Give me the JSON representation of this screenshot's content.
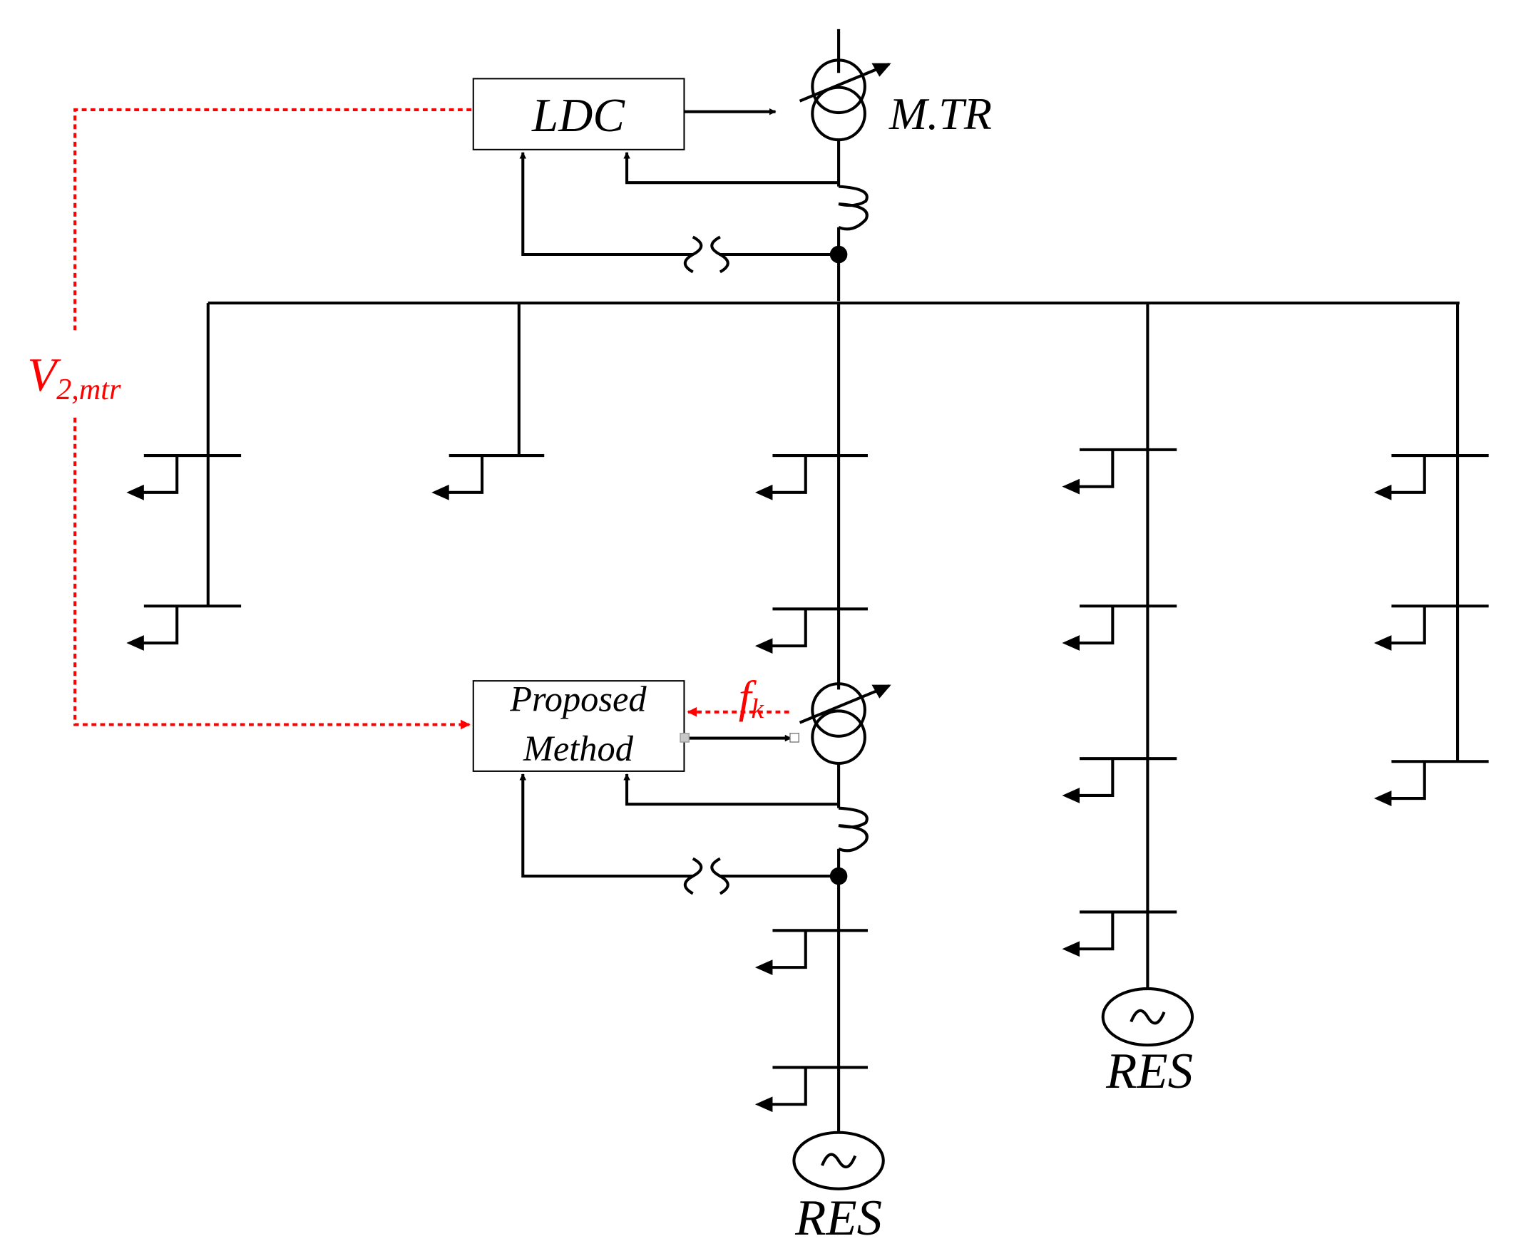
{
  "labels": {
    "ldc": "LDC",
    "main_transformer": "M.TR",
    "proposed_line1": "Proposed",
    "proposed_line2": "Method",
    "v_signal_main": "V",
    "v_signal_sub": "2,mtr",
    "f_signal_main": "f",
    "f_signal_sub": "k",
    "res_center": "RES",
    "res_right": "RES",
    "generator_symbol": "~"
  },
  "colors": {
    "line": "#000000",
    "signal": "#ff0000"
  }
}
